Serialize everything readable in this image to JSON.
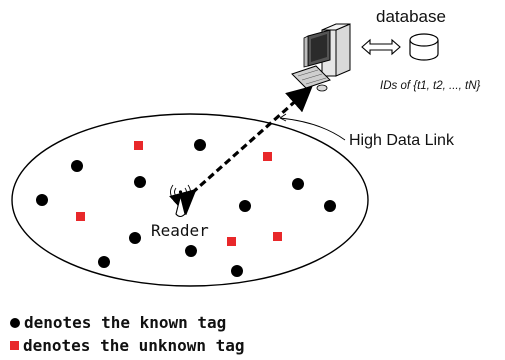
{
  "labels": {
    "database": "database",
    "ids": "IDs of {t1, t2, ..., tN}",
    "link": "High Data Link",
    "reader": "Reader"
  },
  "legend": [
    {
      "marker": "known-tag",
      "text": "denotes the known tag"
    },
    {
      "marker": "unknown-tag",
      "text": "denotes the unknown tag"
    }
  ],
  "colors": {
    "known_tag": "#000000",
    "unknown_tag": "#e8282a",
    "stroke": "#000000"
  },
  "icons": [
    "computer-icon",
    "database-icon",
    "double-arrow-icon",
    "antenna-icon"
  ]
}
